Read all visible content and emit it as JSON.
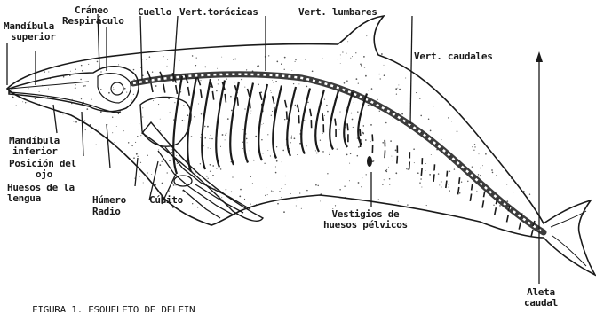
{
  "labels": {
    "mandibula_superior": [
      "Mandíbula",
      "superior"
    ],
    "craneo": "Cráneo",
    "respiraculo": "Respiráculo",
    "cuello": "Cuello",
    "vert_toracicas": "Vert.torácicas",
    "vert_lumbares": "Vert. lumbares",
    "vert_caudales": "Vert. caudales",
    "mandibula_inferior": [
      "Mandíbula",
      "inferior"
    ],
    "posicion_ojo": [
      "Posición del",
      "ojo"
    ],
    "huesos_lengua": [
      "Huesos de la",
      "lengua"
    ],
    "humero": "Húmero",
    "radio": "Radio",
    "cubito": "Cúbito",
    "vestigios": [
      "Vestigios de",
      "huesos pélvicos"
    ],
    "aleta_caudal": [
      "Aleta",
      "caudal"
    ],
    "caption": "FIGURA 1.  ESQUELETO DE DELFIN"
  },
  "colors": {
    "ink": "#1a1a1a",
    "stipple": "#555555",
    "paper": "#ffffff"
  }
}
